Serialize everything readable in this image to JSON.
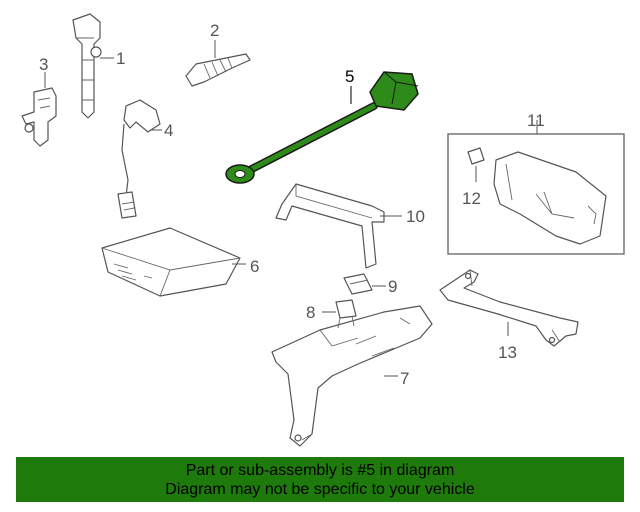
{
  "diagram": {
    "callouts": [
      "1",
      "2",
      "3",
      "4",
      "5",
      "6",
      "7",
      "8",
      "9",
      "10",
      "11",
      "12",
      "13"
    ],
    "highlight_color": "#2e8b1a"
  },
  "banner": {
    "line1": "Part or sub-assembly is #5 in diagram",
    "line2": "Diagram may not be specific to your vehicle",
    "bg_color": "#1f7a0c"
  }
}
